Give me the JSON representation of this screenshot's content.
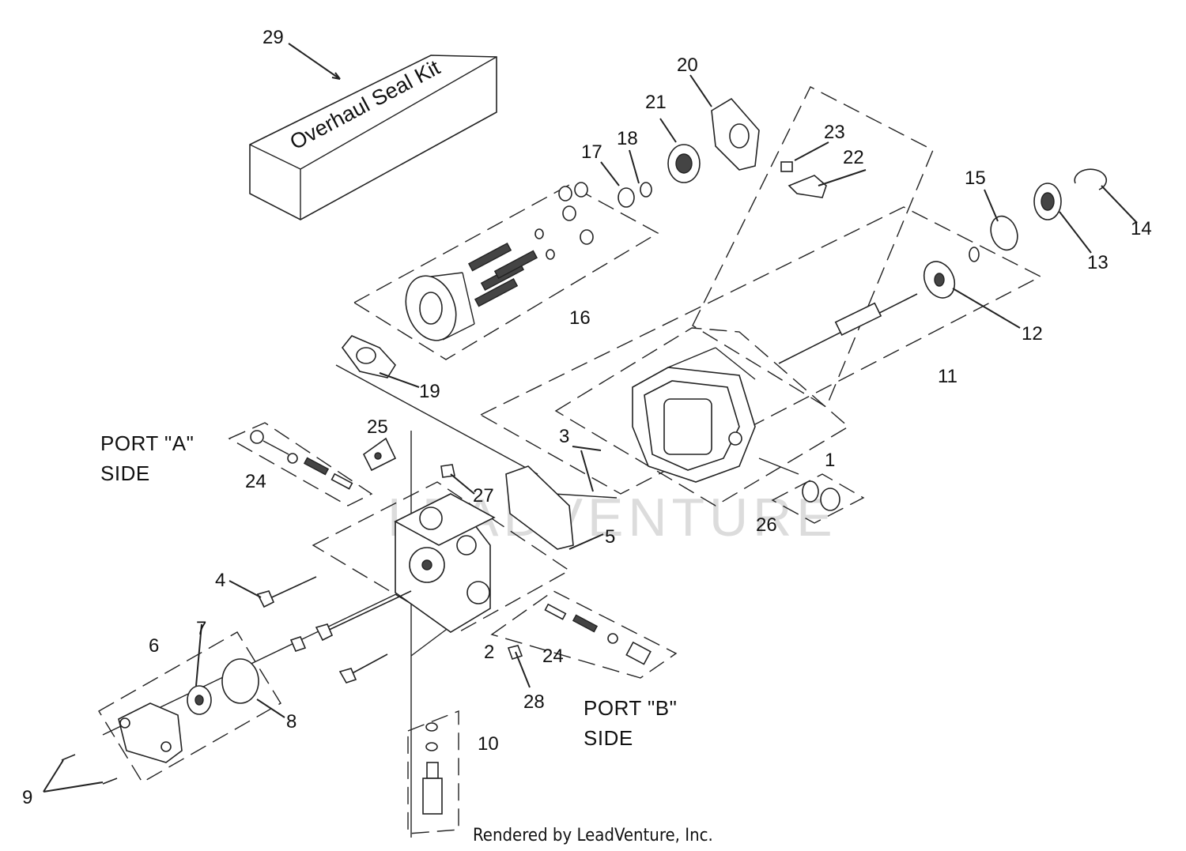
{
  "kit": {
    "box_text": "Overhaul Seal Kit"
  },
  "sides": {
    "port_a_line1": "PORT \"A\"",
    "port_a_line2": "SIDE",
    "port_b_line1": "PORT \"B\"",
    "port_b_line2": "SIDE"
  },
  "callouts": [
    {
      "id": "1",
      "text": "1"
    },
    {
      "id": "2",
      "text": "2"
    },
    {
      "id": "3",
      "text": "3"
    },
    {
      "id": "4",
      "text": "4"
    },
    {
      "id": "5",
      "text": "5"
    },
    {
      "id": "6",
      "text": "6"
    },
    {
      "id": "7",
      "text": "7"
    },
    {
      "id": "8",
      "text": "8"
    },
    {
      "id": "9",
      "text": "9"
    },
    {
      "id": "10",
      "text": "10"
    },
    {
      "id": "11",
      "text": "11"
    },
    {
      "id": "12",
      "text": "12"
    },
    {
      "id": "13",
      "text": "13"
    },
    {
      "id": "14",
      "text": "14"
    },
    {
      "id": "15",
      "text": "15"
    },
    {
      "id": "16",
      "text": "16"
    },
    {
      "id": "17",
      "text": "17"
    },
    {
      "id": "18",
      "text": "18"
    },
    {
      "id": "19",
      "text": "19"
    },
    {
      "id": "20",
      "text": "20"
    },
    {
      "id": "21",
      "text": "21"
    },
    {
      "id": "22",
      "text": "22"
    },
    {
      "id": "23",
      "text": "23"
    },
    {
      "id": "24",
      "text": "24"
    },
    {
      "id": "24b",
      "text": "24"
    },
    {
      "id": "25",
      "text": "25"
    },
    {
      "id": "26",
      "text": "26"
    },
    {
      "id": "27",
      "text": "27"
    },
    {
      "id": "28",
      "text": "28"
    },
    {
      "id": "29",
      "text": "29"
    }
  ],
  "watermark": "LEADVENTURE",
  "credit": "Rendered by LeadVenture, Inc."
}
